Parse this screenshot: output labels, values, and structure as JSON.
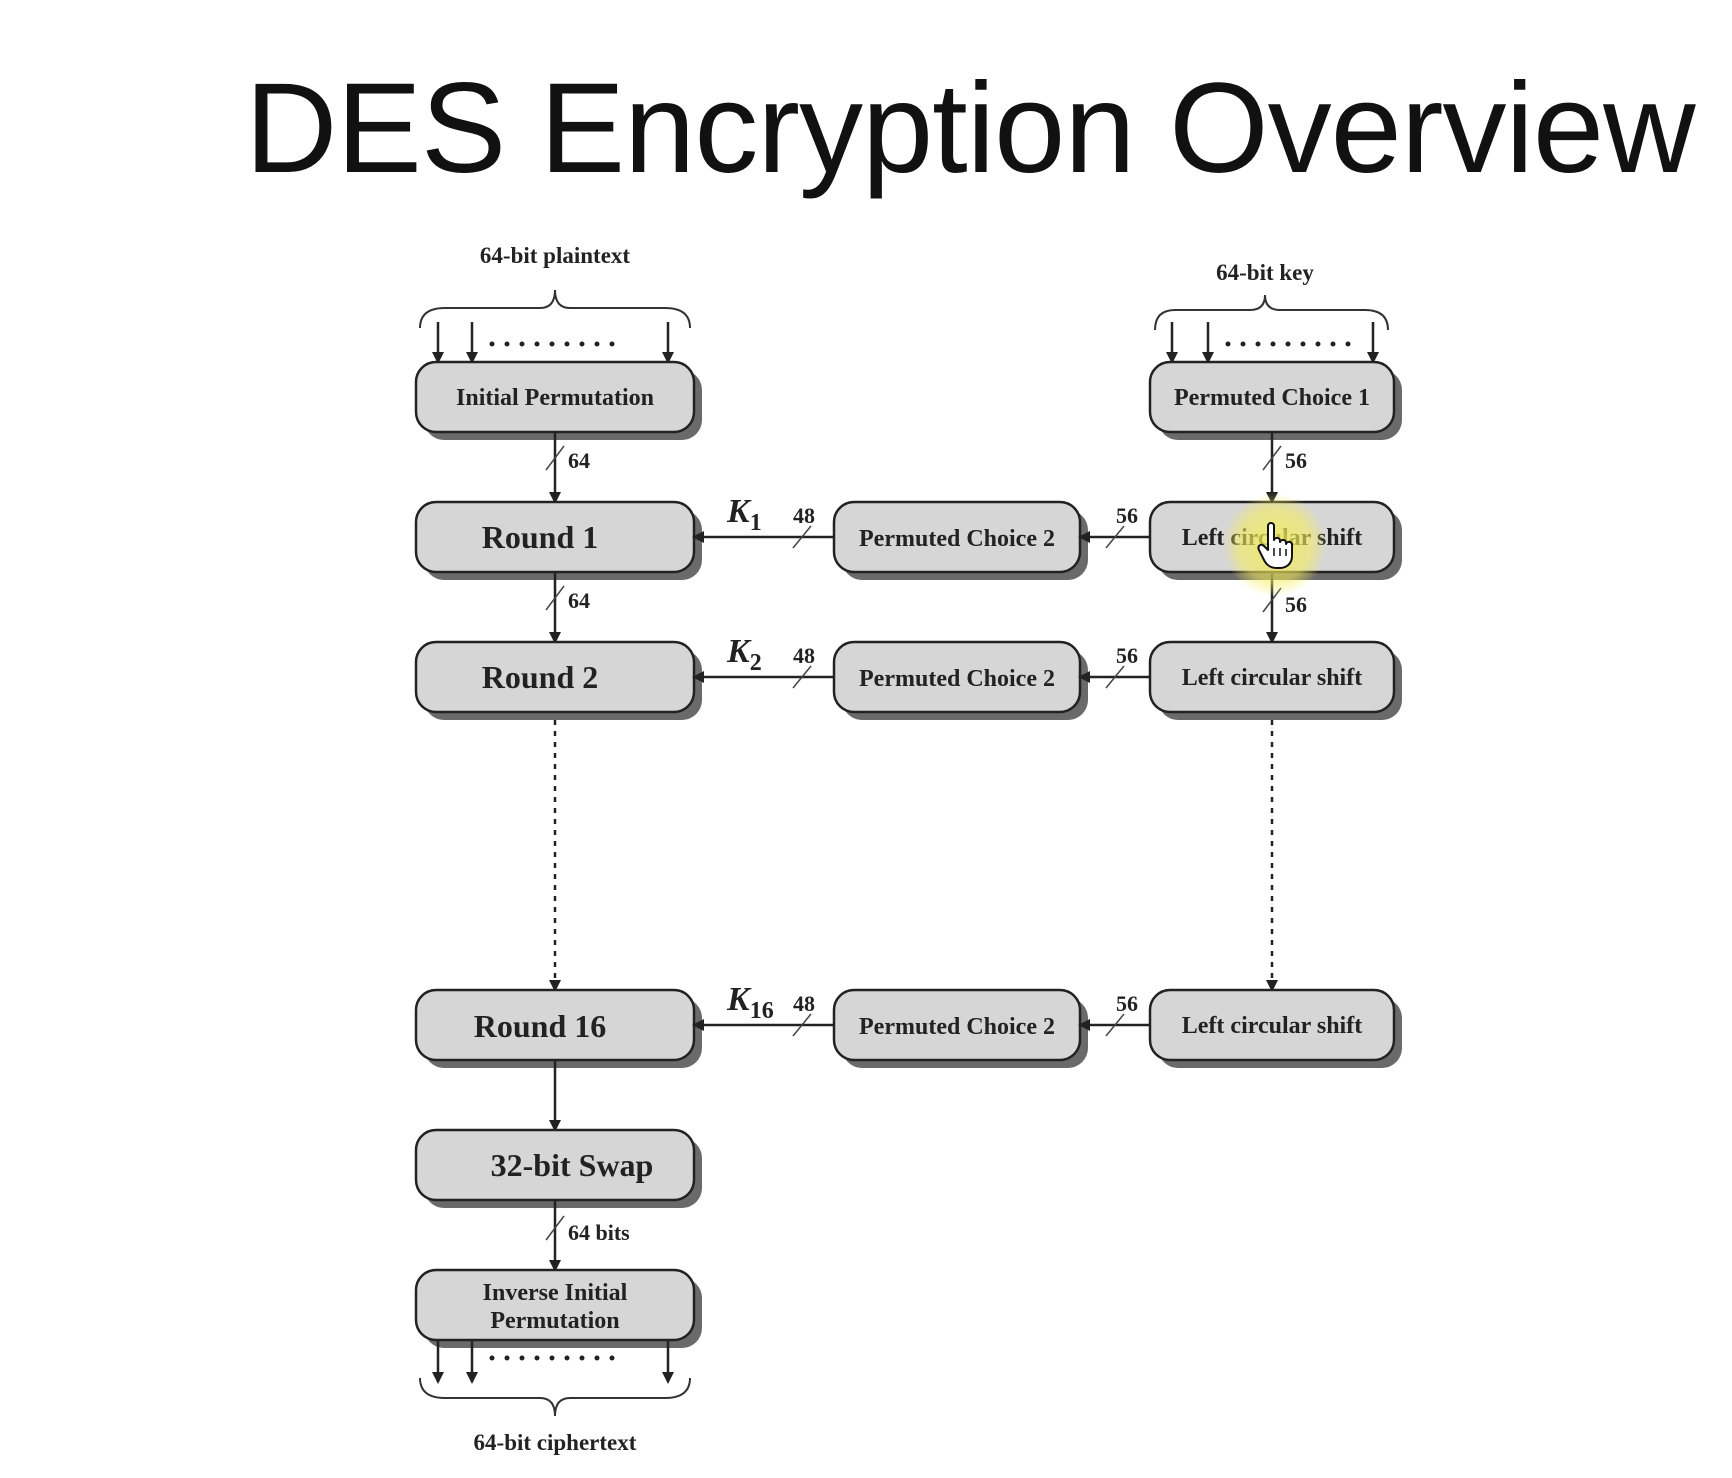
{
  "title": "DES Encryption Overview",
  "colors": {
    "box_fill": "#d6d6d6",
    "stroke": "#222222",
    "shadow": "#6a6a6a",
    "cursor_highlight": "#f6ee5a"
  },
  "plaintext_label": "64-bit plaintext",
  "key_label": "64-bit key",
  "ciphertext_label": "64-bit ciphertext",
  "boxes": {
    "initial_permutation": "Initial Permutation",
    "permuted_choice_1": "Permuted Choice 1",
    "round1": "Round 1",
    "round2": "Round 2",
    "round16": "Round 16",
    "swap": "32-bit Swap",
    "inverse_line1": "Inverse Initial",
    "inverse_line2": "Permutation",
    "pc2": "Permuted Choice 2",
    "lcs": "Left circular shift"
  },
  "subkeys": [
    {
      "letter": "K",
      "sub": "1"
    },
    {
      "letter": "K",
      "sub": "2"
    },
    {
      "letter": "K",
      "sub": "16"
    }
  ],
  "bit_widths": {
    "ip_to_round1": "64",
    "round1_to_round2": "64",
    "swap_to_inverse": "64 bits",
    "pc1_to_lcs": "56",
    "lcs1_to_lcs2": "56",
    "lcs_to_pc2": "56",
    "pc2_to_round": "48"
  },
  "cursor": "hand-pointer-icon"
}
